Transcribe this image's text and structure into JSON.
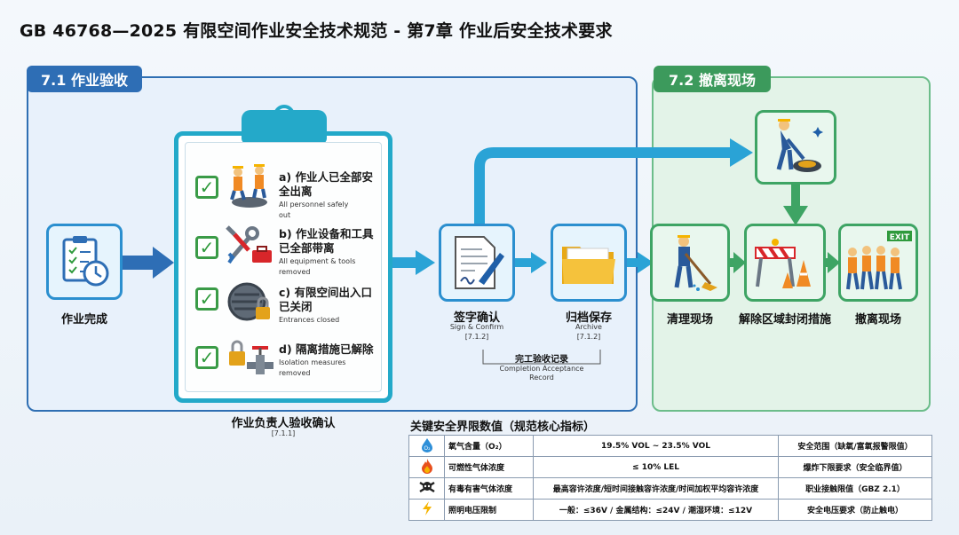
{
  "title": "GB 46768—2025 有限空间作业安全技术规范 - 第7章 作业后安全技术要求",
  "section1": {
    "label": "7.1 作业验收"
  },
  "section2": {
    "label": "7.2 撤离现场"
  },
  "start": {
    "label": "作业完成"
  },
  "checklist": {
    "items": [
      {
        "cn": "a) 作业人已全部安全出离",
        "cn1": "a) 作业人已全部安",
        "cn2": "全出离",
        "en": "All personnel safely out",
        "en1": "All personnel safely",
        "en2": "out"
      },
      {
        "cn1": "b) 作业设备和工具",
        "cn2": "已全部带离",
        "en1": "All equipment & tools",
        "en2": "removed"
      },
      {
        "cn1": "c) 有限空间出入口",
        "cn2": "已关闭",
        "en1": "Entrances closed",
        "en2": ""
      },
      {
        "cn1": "d) 隔离措施已解除",
        "cn2": "",
        "en1": "Isolation measures",
        "en2": "removed"
      }
    ],
    "caption": "作业负责人验收确认",
    "ref": "[7.1.1]"
  },
  "sign": {
    "label": "签字确认",
    "en": "Sign & Confirm",
    "ref": "[7.1.2]"
  },
  "archive": {
    "label": "归档保存",
    "en": "Archive",
    "ref": "[7.1.2]"
  },
  "record": {
    "label": "完工验收记录",
    "en1": "Completion Acceptance",
    "en2": "Record"
  },
  "clean": {
    "label": "清理现场"
  },
  "unseal": {
    "label": "解除区域封闭措施"
  },
  "evacuate": {
    "label": "撤离现场",
    "exit": "EXIT"
  },
  "table": {
    "title": "关键安全界限数值（规范核心指标）",
    "rows": [
      {
        "icon": "oxygen-icon",
        "name": "氧气含量（O₂）",
        "value": "19.5% VOL ~ 23.5% VOL",
        "note": "安全范围（缺氧/富氧报警限值）"
      },
      {
        "icon": "flame-icon",
        "name": "可燃性气体浓度",
        "value": "≤ 10% LEL",
        "note": "爆炸下限要求（安全临界值）"
      },
      {
        "icon": "skull-icon",
        "name": "有毒有害气体浓度",
        "value": "最高容许浓度/短时间接触容许浓度/时间加权平均容许浓度",
        "note": "职业接触限值（GBZ 2.1）"
      },
      {
        "icon": "lightning-icon",
        "name": "照明电压限制",
        "value": "一般：≤36V / 金属结构：≤24V / 潮湿环境：≤12V",
        "note": "安全电压要求（防止触电）"
      }
    ]
  },
  "colors": {
    "blue": "#2e6eb5",
    "green": "#3c9a5c",
    "cyan": "#24a9c9"
  }
}
